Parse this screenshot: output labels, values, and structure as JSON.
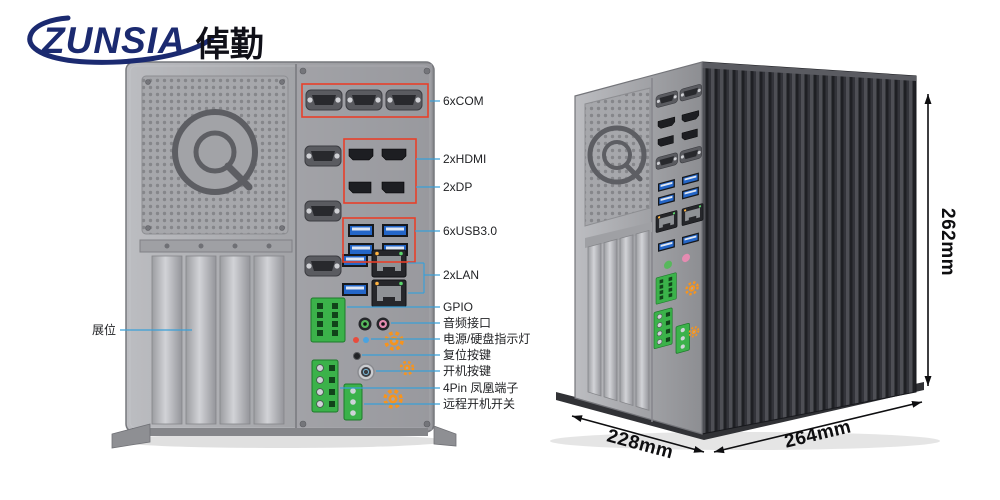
{
  "brand": {
    "name": "ZUNSIA",
    "cn": "倬勤"
  },
  "front_view": {
    "expansion_label": "展位",
    "callouts": [
      {
        "id": "com",
        "label": "6xCOM"
      },
      {
        "id": "hdmi",
        "label": "2xHDMI"
      },
      {
        "id": "dp",
        "label": "2xDP"
      },
      {
        "id": "usb",
        "label": "6xUSB3.0"
      },
      {
        "id": "lan",
        "label": "2xLAN"
      },
      {
        "id": "gpio",
        "label": "GPIO"
      },
      {
        "id": "audio",
        "label": "音频接口"
      },
      {
        "id": "led",
        "label": "电源/硬盘指示灯"
      },
      {
        "id": "reset",
        "label": "复位按键"
      },
      {
        "id": "power",
        "label": "开机按键"
      },
      {
        "id": "phoenix",
        "label": "4Pin 凤凰端子"
      },
      {
        "id": "remote",
        "label": "远程开机开关"
      }
    ]
  },
  "perspective_view": {
    "dimensions": {
      "height": "262mm",
      "width": "228mm",
      "depth": "264mm"
    }
  },
  "colors": {
    "chassis_grey": "#9b9ca0",
    "callout_blue": "#3aa0d8",
    "highlight_red": "#e8402a",
    "usb_blue": "#2466c8",
    "connector_green": "#3bb24a",
    "accent_orange": "#f7941d",
    "logo_navy": "#1b2a70"
  }
}
